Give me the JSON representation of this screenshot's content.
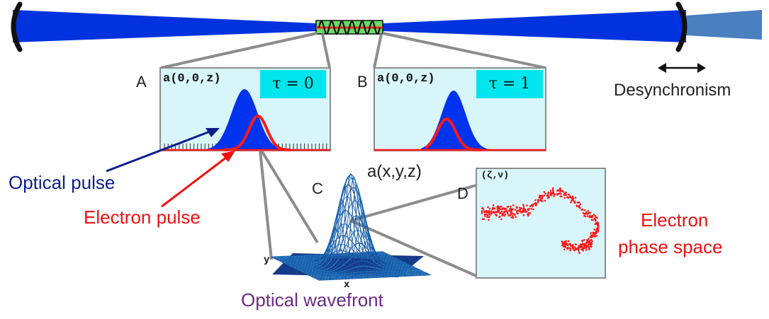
{
  "panels": {
    "a": {
      "letter": "A",
      "axis_label": "a(0,0,z)",
      "tau": "τ = 0"
    },
    "b": {
      "letter": "B",
      "axis_label": "a(0,0,z)",
      "tau": "τ = 1"
    },
    "c": {
      "letter": "C",
      "label": "a(x,y,z)",
      "x_axis": "x",
      "y_axis": "y"
    },
    "d": {
      "letter": "D",
      "axis_label": "(ζ,ν)"
    }
  },
  "labels": {
    "desynchronism": "Desynchronism",
    "optical_pulse": "Optical pulse",
    "electron_pulse": "Electron pulse",
    "optical_wavefront": "Optical wavefront",
    "electron_phase_space_1": "Electron",
    "electron_phase_space_2": "phase space"
  },
  "colors": {
    "optical": "#0033ee",
    "electron": "#ff1a1a",
    "panel_bg": "#d8f6fa",
    "tau_box": "#00e5ee",
    "wavefront": "#1f78c8",
    "optical_wavefront_label": "#6b2a86",
    "undulator": "#66dd66"
  }
}
